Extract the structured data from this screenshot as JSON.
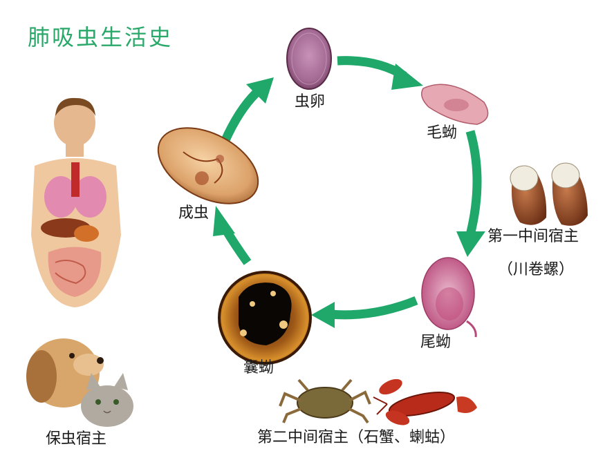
{
  "title": "肺吸虫生活史",
  "stages": {
    "egg": "虫卵",
    "miracidium": "毛蚴",
    "cercaria": "尾蚴",
    "metacercaria": "囊蚴",
    "adult": "成虫"
  },
  "hosts": {
    "first_intermediate": "第一中间宿主",
    "first_intermediate_note": "（川卷螺）",
    "second_intermediate": "第二中间宿主（石蟹、蝲蛄）",
    "reservoir": "保虫宿主"
  },
  "colors": {
    "arrow": "#1fa86a",
    "title": "#2aa86a"
  },
  "icons": {
    "human": "human-anatomy-icon",
    "snail": "snail-icon",
    "crab": "crab-icon",
    "crayfish": "crayfish-icon",
    "dog": "dog-icon",
    "cat": "cat-icon"
  }
}
